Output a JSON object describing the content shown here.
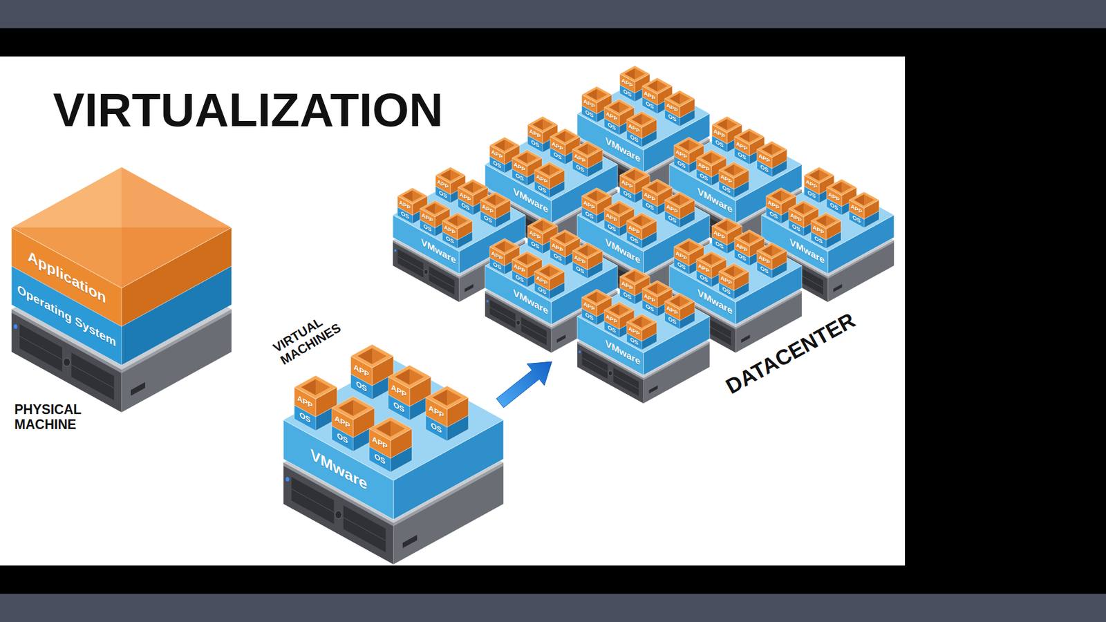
{
  "diagram": {
    "title": "VIRTUALIZATION",
    "nodes": [
      {
        "text": [
          "Application"
        ]
      },
      {
        "text": [
          "Operating System"
        ]
      },
      {
        "text": [
          "VMware"
        ]
      },
      {
        "text": [
          "APP",
          "OS"
        ],
        "in": 2
      },
      {
        "text": [
          "APP",
          "OS"
        ],
        "in": 2
      },
      {
        "text": [
          "APP",
          "OS"
        ],
        "in": 2
      },
      {
        "text": [
          "APP",
          "OS"
        ],
        "in": 2
      },
      {
        "text": [
          "APP",
          "OS"
        ],
        "in": 2
      },
      {
        "text": [
          "APP",
          "OS"
        ],
        "in": 2
      },
      {
        "text": [
          "VMware"
        ]
      },
      {
        "text": [
          "APP",
          "OS"
        ],
        "in": 9
      },
      {
        "text": [
          "APP",
          "OS"
        ],
        "in": 9
      },
      {
        "text": [
          "APP",
          "OS"
        ],
        "in": 9
      },
      {
        "text": [
          "APP",
          "OS"
        ],
        "in": 9
      },
      {
        "text": [
          "APP",
          "OS"
        ],
        "in": 9
      },
      {
        "text": [
          "APP",
          "OS"
        ],
        "in": 9
      },
      {
        "text": [
          "VMware"
        ]
      },
      {
        "text": [
          "APP",
          "OS"
        ],
        "in": 16
      },
      {
        "text": [
          "APP",
          "OS"
        ],
        "in": 16
      },
      {
        "text": [
          "APP",
          "OS"
        ],
        "in": 16
      },
      {
        "text": [
          "APP",
          "OS"
        ],
        "in": 16
      },
      {
        "text": [
          "APP",
          "OS"
        ],
        "in": 16
      },
      {
        "text": [
          "APP",
          "OS"
        ],
        "in": 16
      },
      {
        "text": [
          "VMware"
        ]
      },
      {
        "text": [
          "APP",
          "OS"
        ],
        "in": 23
      },
      {
        "text": [
          "APP",
          "OS"
        ],
        "in": 23
      },
      {
        "text": [
          "APP",
          "OS"
        ],
        "in": 23
      },
      {
        "text": [
          "APP",
          "OS"
        ],
        "in": 23
      },
      {
        "text": [
          "APP",
          "OS"
        ],
        "in": 23
      },
      {
        "text": [
          "APP",
          "OS"
        ],
        "in": 23
      },
      {
        "text": [
          "VMware"
        ]
      },
      {
        "text": [
          "APP",
          "OS"
        ],
        "in": 30
      },
      {
        "text": [
          "APP",
          "OS"
        ],
        "in": 30
      },
      {
        "text": [
          "APP",
          "OS"
        ],
        "in": 30
      },
      {
        "text": [
          "APP",
          "OS"
        ],
        "in": 30
      },
      {
        "text": [
          "APP",
          "OS"
        ],
        "in": 30
      },
      {
        "text": [
          "APP",
          "OS"
        ],
        "in": 30
      },
      {
        "text": [
          "VMware"
        ]
      },
      {
        "text": [
          "APP",
          "OS"
        ],
        "in": 37
      },
      {
        "text": [
          "APP",
          "OS"
        ],
        "in": 37
      },
      {
        "text": [
          "APP",
          "OS"
        ],
        "in": 37
      },
      {
        "text": [
          "APP",
          "OS"
        ],
        "in": 37
      },
      {
        "text": [
          "APP",
          "OS"
        ],
        "in": 37
      },
      {
        "text": [
          "APP",
          "OS"
        ],
        "in": 37
      },
      {
        "text": [
          "VMware"
        ]
      },
      {
        "text": [
          "APP",
          "OS"
        ],
        "in": 44
      },
      {
        "text": [
          "APP",
          "OS"
        ],
        "in": 44
      },
      {
        "text": [
          "APP",
          "OS"
        ],
        "in": 44
      },
      {
        "text": [
          "APP",
          "OS"
        ],
        "in": 44
      },
      {
        "text": [
          "APP",
          "OS"
        ],
        "in": 44
      },
      {
        "text": [
          "APP",
          "OS"
        ],
        "in": 44
      },
      {
        "text": [
          "VMware"
        ]
      },
      {
        "text": [
          "APP",
          "OS"
        ],
        "in": 51
      },
      {
        "text": [
          "APP",
          "OS"
        ],
        "in": 51
      },
      {
        "text": [
          "APP",
          "OS"
        ],
        "in": 51
      },
      {
        "text": [
          "APP",
          "OS"
        ],
        "in": 51
      },
      {
        "text": [
          "APP",
          "OS"
        ],
        "in": 51
      },
      {
        "text": [
          "APP",
          "OS"
        ],
        "in": 51
      },
      {
        "text": [
          "VMware"
        ]
      },
      {
        "text": [
          "APP",
          "OS"
        ],
        "in": 58
      },
      {
        "text": [
          "APP",
          "OS"
        ],
        "in": 58
      },
      {
        "text": [
          "APP",
          "OS"
        ],
        "in": 58
      },
      {
        "text": [
          "APP",
          "OS"
        ],
        "in": 58
      },
      {
        "text": [
          "APP",
          "OS"
        ],
        "in": 58
      },
      {
        "text": [
          "APP",
          "OS"
        ],
        "in": 58
      },
      {
        "text": [
          "VMware"
        ]
      },
      {
        "text": [
          "APP",
          "OS"
        ],
        "in": 65
      },
      {
        "text": [
          "APP",
          "OS"
        ],
        "in": 65
      },
      {
        "text": [
          "APP",
          "OS"
        ],
        "in": 65
      },
      {
        "text": [
          "APP",
          "OS"
        ],
        "in": 65
      },
      {
        "text": [
          "APP",
          "OS"
        ],
        "in": 65
      },
      {
        "text": [
          "APP",
          "OS"
        ],
        "in": 65
      }
    ],
    "labels": [
      "PHYSICAL MACHINE",
      "VIRTUAL MACHINES",
      "DATACENTER"
    ]
  }
}
